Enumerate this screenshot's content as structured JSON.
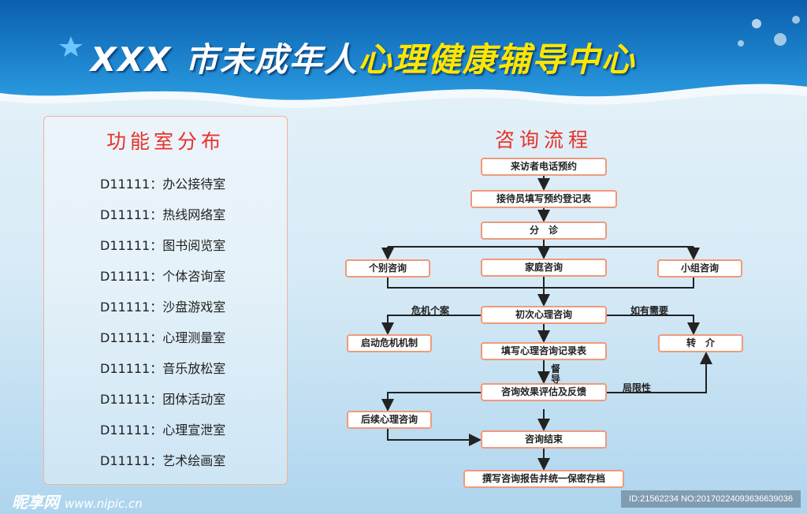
{
  "header": {
    "title_white": "XXX 市未成年人",
    "title_yellow": "心理健康辅导中心"
  },
  "rooms": {
    "title": "功能室分布",
    "items": [
      "D11111：办公接待室",
      "D11111：热线网络室",
      "D11111：图书阅览室",
      "D11111：个体咨询室",
      "D11111：沙盘游戏室",
      "D11111：心理测量室",
      "D11111：音乐放松室",
      "D11111：团体活动室",
      "D11111：心理宣泄室",
      "D11111：艺术绘画室"
    ]
  },
  "flow": {
    "title": "咨询流程",
    "steps": {
      "s1": "来访者电话预约",
      "s2": "接待员填写预约登记表",
      "s3": "分　诊",
      "s4a": "个别咨询",
      "s4b": "家庭咨询",
      "s4c": "小组咨询",
      "s5": "初次心理咨询",
      "s6a": "启动危机机制",
      "s6c": "转　介",
      "s6b": "填写心理咨询记录表",
      "s7": "咨询效果评估及反馈",
      "s8a": "后续心理咨询",
      "s8": "咨询结束",
      "s9": "撰写咨询报告并统一保密存档"
    },
    "labels": {
      "crisis": "危机个案",
      "need": "如有需要",
      "supervise1": "督",
      "supervise2": "导",
      "limit": "局限性"
    }
  },
  "watermark": {
    "logo": "昵享网",
    "url": "www.nipic.cn",
    "id": "ID:21562234 NO:20170224093636639036"
  }
}
